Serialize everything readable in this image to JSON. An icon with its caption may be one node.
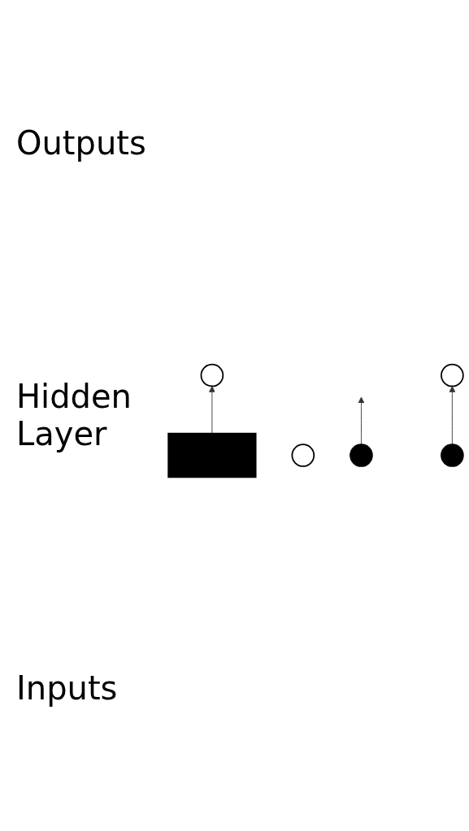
{
  "diagram": {
    "nodes": [
      {
        "text": [],
        "shape": "circle"
      },
      {
        "text": [],
        "shape": "bar"
      },
      {
        "text": [],
        "shape": "circle"
      },
      {
        "text": [],
        "shape": "circle"
      },
      {
        "text": [],
        "shape": "circle"
      },
      {
        "text": [],
        "shape": "circle"
      }
    ],
    "edges": [
      {
        "from": 1,
        "to": 0,
        "arrow": "to"
      },
      {
        "from": 3,
        "to": null,
        "arrow": "to"
      },
      {
        "from": 5,
        "to": 4,
        "arrow": "to"
      }
    ],
    "labels": [
      "Outputs",
      "Hidden Layer",
      "Inputs"
    ]
  }
}
